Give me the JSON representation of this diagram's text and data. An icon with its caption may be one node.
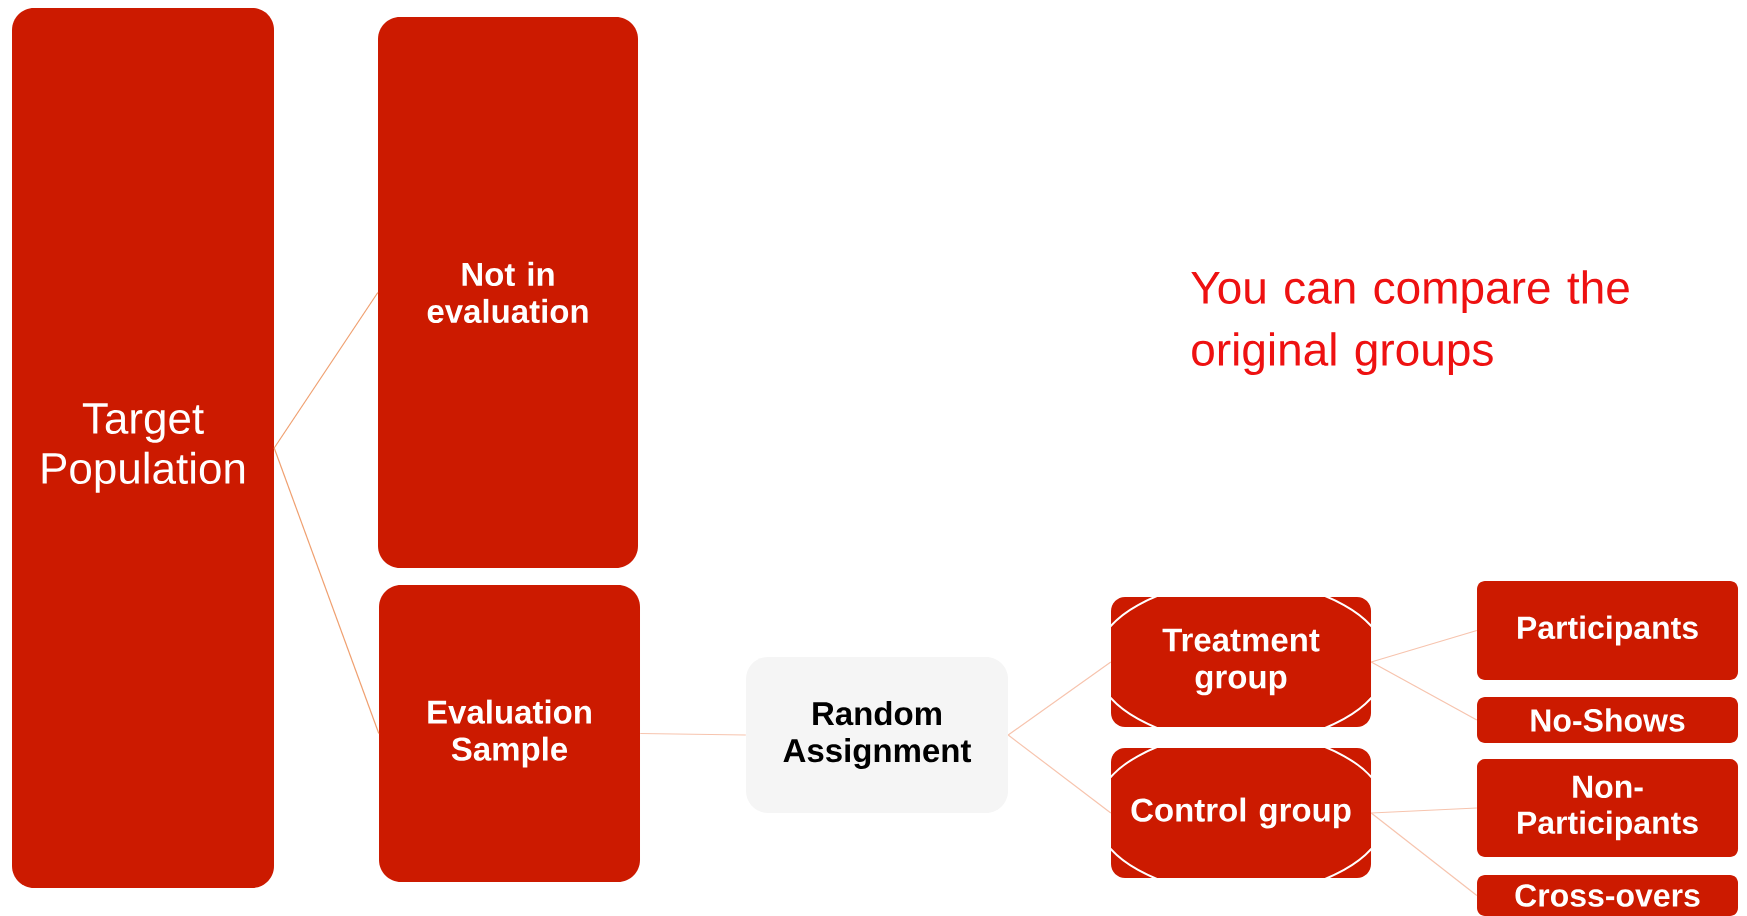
{
  "diagram": {
    "nodes": [
      {
        "text": [
          "Target Population"
        ]
      },
      {
        "text": [
          "Not in evaluation"
        ]
      },
      {
        "text": [
          "Evaluation Sample"
        ]
      },
      {
        "text": [
          "Random Assignment"
        ]
      },
      {
        "text": [
          "Treatment group"
        ]
      },
      {
        "text": [
          "Control group"
        ]
      },
      {
        "text": [
          "Participants"
        ]
      },
      {
        "text": [
          "No-Shows"
        ]
      },
      {
        "text": [
          "Non-Participants"
        ]
      },
      {
        "text": [
          "Cross-overs"
        ]
      }
    ],
    "edges": [
      {
        "from": 0,
        "to": 1,
        "arrow": "none",
        "color": "#f0a070"
      },
      {
        "from": 0,
        "to": 2,
        "arrow": "none",
        "color": "#f0a070"
      },
      {
        "from": 2,
        "to": 3,
        "arrow": "none"
      },
      {
        "from": 3,
        "to": 4,
        "arrow": "none"
      },
      {
        "from": 3,
        "to": 5,
        "arrow": "none"
      },
      {
        "from": 4,
        "to": 6,
        "arrow": "none"
      },
      {
        "from": 4,
        "to": 7,
        "arrow": "none"
      },
      {
        "from": 5,
        "to": 8,
        "arrow": "none"
      },
      {
        "from": 5,
        "to": 9,
        "arrow": "none"
      }
    ],
    "labels": [
      "You can compare the original groups"
    ]
  }
}
